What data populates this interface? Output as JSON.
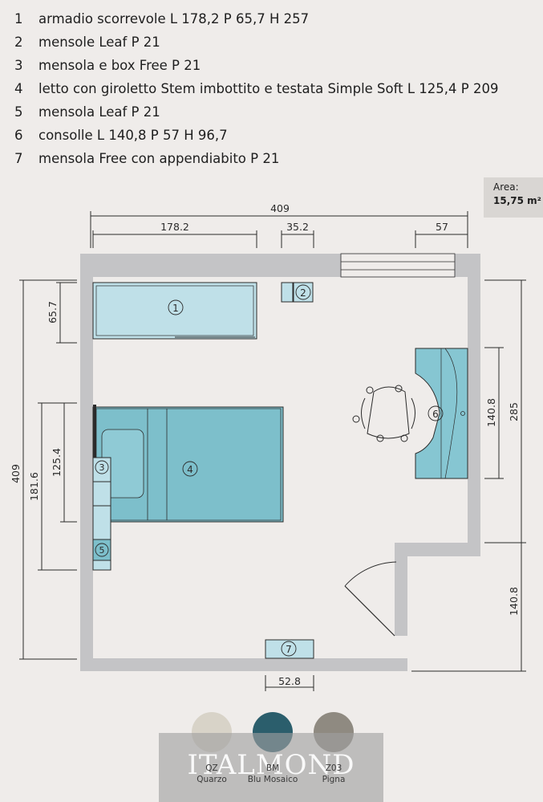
{
  "legend": [
    {
      "num": "1",
      "text": "armadio scorrevole L 178,2  P 65,7  H 257"
    },
    {
      "num": "2",
      "text": "mensole Leaf P 21"
    },
    {
      "num": "3",
      "text": "mensola e box Free P 21"
    },
    {
      "num": "4",
      "text": "letto con giroletto Stem imbottito e testata Simple Soft L 125,4  P 209"
    },
    {
      "num": "5",
      "text": "mensola Leaf P 21"
    },
    {
      "num": "6",
      "text": "consolle L 140,8  P 57  H 96,7"
    },
    {
      "num": "7",
      "text": "mensola Free con appendiabito P 21"
    }
  ],
  "area": {
    "label": "Area:",
    "value": "15,75 m²"
  },
  "dimensions": {
    "top_total": "409",
    "wardrobe_width": "178.2",
    "shelf_width": "35.2",
    "console_depth": "57",
    "wardrobe_depth": "65.7",
    "left_total": "409",
    "left_inner": "181.6",
    "bed_width": "125.4",
    "console_length": "140.8",
    "right_upper": "285",
    "right_lower": "140.8",
    "bottom_shelf": "52.8"
  },
  "markers": {
    "m1": "1",
    "m2": "2",
    "m3": "3",
    "m4": "4",
    "m5": "5",
    "m6": "6",
    "m7": "7"
  },
  "colors": {
    "wall": "#c4c4c6",
    "floor": "#efecea",
    "wardrobe": "#bfe0e8",
    "bed": "#7dbfcb",
    "console": "#86c6d2",
    "shelf": "#bfe0e8",
    "line": "#2b2b2b"
  },
  "finishes": [
    {
      "code": "QZ",
      "name": "Quarzo",
      "color": "#d8d3c8"
    },
    {
      "code": "BM",
      "name": "Blu Mosaico",
      "color": "#2b5e6c"
    },
    {
      "code": "Z03",
      "name": "Pigna",
      "color": "#8f8a81"
    }
  ],
  "brand": "ITALMOND"
}
